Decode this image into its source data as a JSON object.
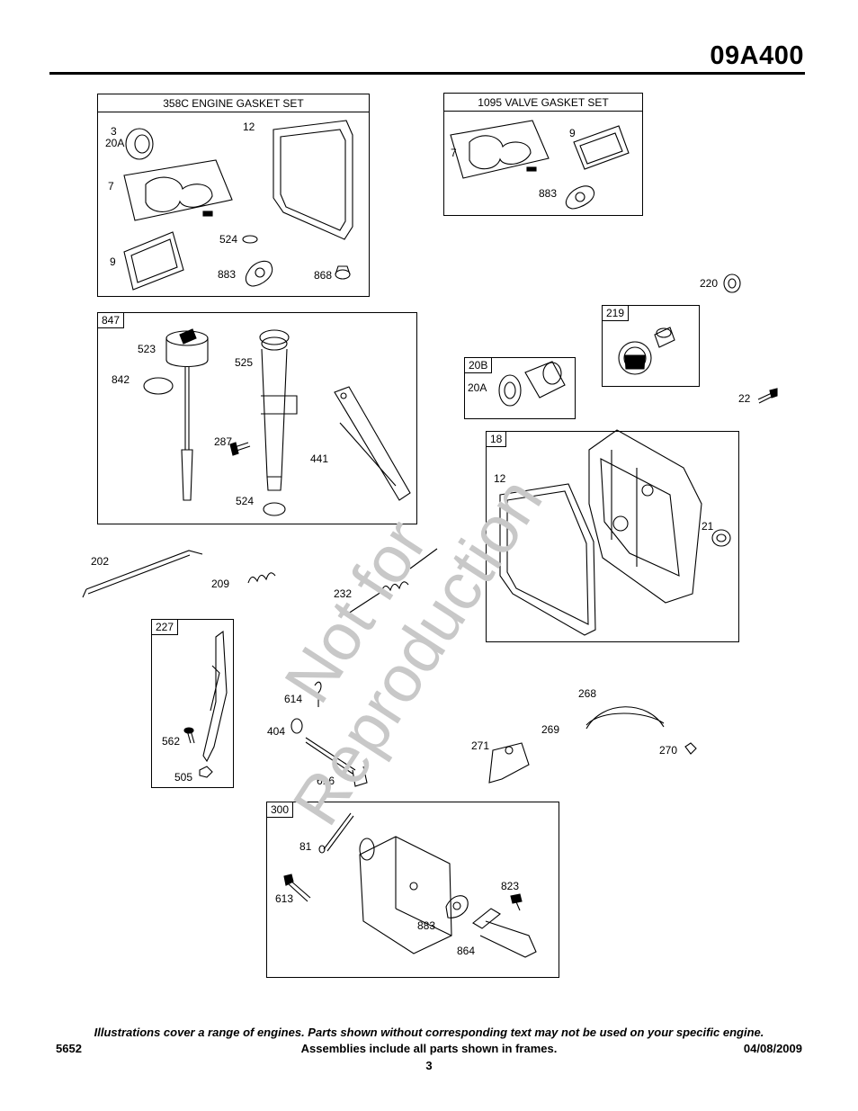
{
  "header": {
    "model": "09A400"
  },
  "watermark": {
    "line1": "Not for",
    "line2": "Reproduction"
  },
  "frames": {
    "gasket_set": {
      "title": "358C ENGINE GASKET SET"
    },
    "valve_gasket_set": {
      "title": "1095 VALVE GASKET SET"
    },
    "dipstick": {
      "label": "847"
    },
    "gear": {
      "label": "219"
    },
    "bearing": {
      "label": "20B"
    },
    "sump": {
      "label": "18"
    },
    "governor": {
      "label": "227"
    },
    "muffler": {
      "label": "300"
    }
  },
  "parts": {
    "p3": "3",
    "p20a": "20A",
    "p12": "12",
    "p7": "7",
    "p524": "524",
    "p9": "9",
    "p883": "883",
    "p868": "868",
    "v7": "7",
    "v9": "9",
    "v883": "883",
    "p220": "220",
    "d523": "523",
    "d842": "842",
    "d525": "525",
    "d287": "287",
    "d441": "441",
    "d524": "524",
    "p20a_b": "20A",
    "p22": "22",
    "s12": "12",
    "s21": "21",
    "p202": "202",
    "p209": "209",
    "p232": "232",
    "g562": "562",
    "g505": "505",
    "p614": "614",
    "p404": "404",
    "p616": "616",
    "p268": "268",
    "p269": "269",
    "p271": "271",
    "p270": "270",
    "m81": "81",
    "m613": "613",
    "m823": "823",
    "m883": "883",
    "m864": "864"
  },
  "footer": {
    "note": "Illustrations cover a range of engines. Parts shown without corresponding text may not be used on your specific engine.",
    "doc_number": "5652",
    "assemblies_note": "Assemblies include all parts shown in frames.",
    "date": "04/08/2009",
    "page": "3"
  }
}
